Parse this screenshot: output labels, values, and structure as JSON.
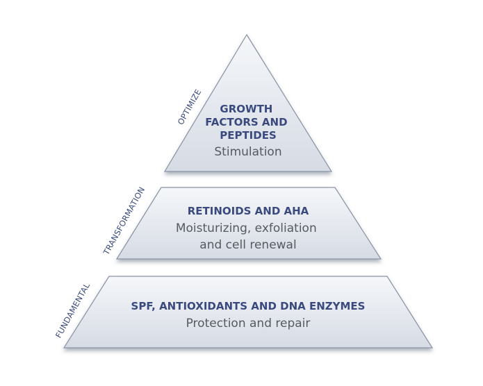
{
  "colors": {
    "heading": "#3a4a7e",
    "subtext": "#555a60",
    "tier_fill_top": "#f4f6f9",
    "tier_fill_bottom": "#d9dee6",
    "tier_stroke": "#8a93a3"
  },
  "tiers": [
    {
      "side_label": "OPTIMIZE",
      "heading_lines": [
        "GROWTH",
        "FACTORS AND",
        "PEPTIDES"
      ],
      "sub_lines": [
        "Stimulation"
      ]
    },
    {
      "side_label": "TRANSFORMATION",
      "heading_lines": [
        "RETINOIDS AND AHA"
      ],
      "sub_lines": [
        "Moisturizing, exfoliation",
        "and cell renewal"
      ]
    },
    {
      "side_label": "FUNDAMENTAL",
      "heading_lines": [
        "SPF, ANTIOXIDANTS AND DNA ENZYMES"
      ],
      "sub_lines": [
        "Protection and repair"
      ]
    }
  ]
}
